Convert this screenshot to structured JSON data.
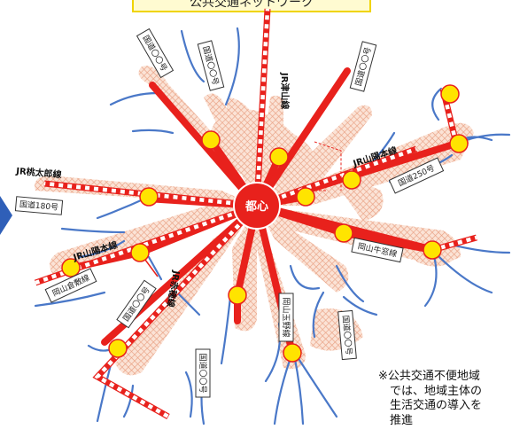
{
  "title_banner": "公共交通ネットワーク",
  "center_label": "都心",
  "rail_lines": {
    "tsuyama": "JR津山線",
    "sanyo_east": "JR山陽本線",
    "momotaro": "JR桃太郎線",
    "sanyo_west": "JR山陽本線",
    "ako": "JR赤穂線"
  },
  "road_labels": {
    "r1": "国道〇〇号",
    "r2": "国道〇〇号",
    "r3": "国道〇〇号",
    "r4": "国道250号",
    "r5": "国道180号",
    "r6": "岡山牛窓線",
    "r7": "岡山倉敷線",
    "r8": "国道〇〇号",
    "r9": "岡山玉野線",
    "r10": "国道〇〇号",
    "r11": "国道〇〇号"
  },
  "note": {
    "line1": "※公共交通不便地域",
    "line2": "では、地域主体の",
    "line3": "生活交通の導入を",
    "line4": "推進"
  },
  "colors": {
    "trunk": "#e8211c",
    "rail": "#e8211c",
    "branch": "#4a78c8",
    "stop": "#ffe400",
    "zone": "#f7c9b0",
    "banner_fill": "#fffbd1",
    "banner_border": "#f0d400"
  }
}
